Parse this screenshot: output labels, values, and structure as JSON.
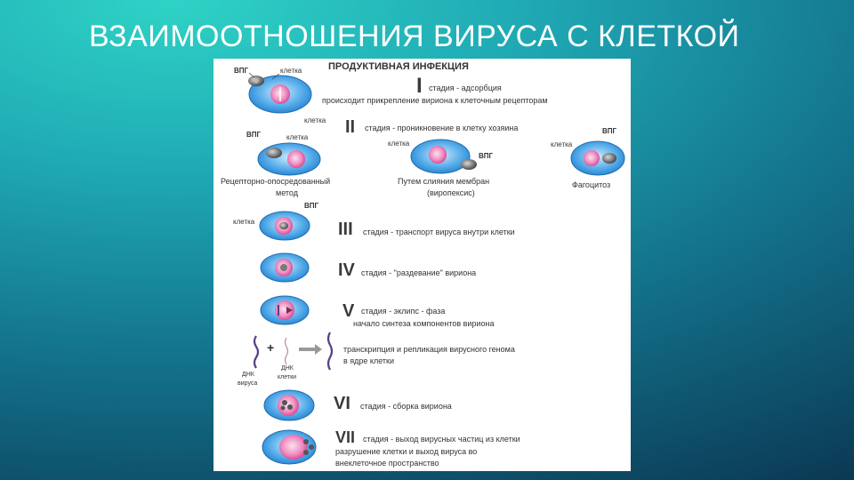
{
  "slide": {
    "title": "ВЗАИМООТНОШЕНИЯ ВИРУСА С КЛЕТКОЙ"
  },
  "diagram": {
    "heading": "ПРОДУКТИВНАЯ ИНФЕКЦИЯ",
    "labels": {
      "vpg": "ВПГ",
      "cell": "клетка",
      "dna_virus": "ДНК\nвируса",
      "dna_cell": "ДНК\nклетки",
      "plus": "+"
    },
    "stage1": {
      "roman": "I",
      "text": "стадия - адсорбция",
      "desc": "происходит прикрепление вириона к клеточным рецепторам"
    },
    "stage2": {
      "roman": "II",
      "text": "стадия - проникновение в клетку хозяина",
      "methods": [
        "Рецепторно-опосредованный метод",
        "Путем слияния мембран (виропексис)",
        "Фагоцитоз"
      ]
    },
    "stage3": {
      "roman": "III",
      "text": "стадия - транспорт вируса внутри клетки"
    },
    "stage4": {
      "roman": "IV",
      "text": "стадия - \"раздевание\" вириона"
    },
    "stage5": {
      "roman": "V",
      "text": "стадия - эклипс - фаза",
      "desc": "начало синтеза компонентов вириона"
    },
    "transcription": {
      "text": "транскрипция и репликация вирусного генома в ядре клетки"
    },
    "stage6": {
      "roman": "VI",
      "text": "стадия - сборка вириона"
    },
    "stage7": {
      "roman": "VII",
      "text": "стадия - выход вирусных частиц из клетки",
      "desc": "разрушение клетки и выход вируса во внеклеточное пространство"
    },
    "colors": {
      "cell": "#2b8fd8",
      "cell_light": "#9fd0f3",
      "nucleus": "#e0529a",
      "nucleus_light": "#f7c6de",
      "virus": "#6b6b6b",
      "dna": "#5a3f86"
    }
  }
}
